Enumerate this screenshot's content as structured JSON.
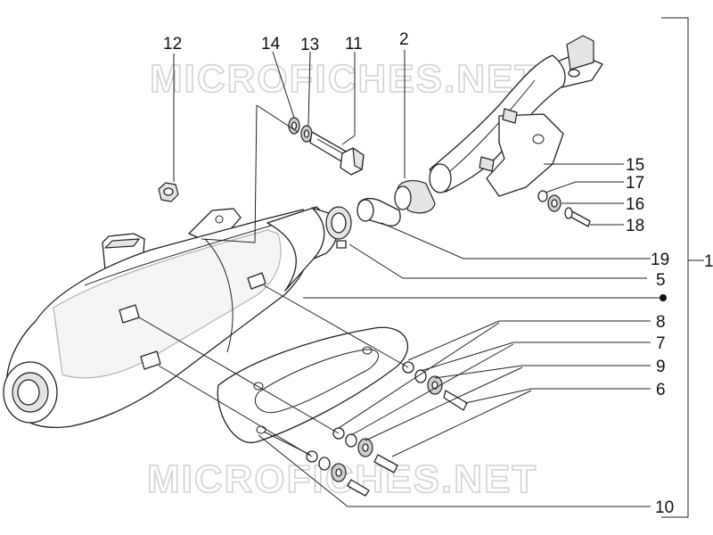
{
  "watermark": {
    "text": "MICROFICHES.NET"
  },
  "callouts": [
    {
      "id": "12",
      "label": "12"
    },
    {
      "id": "14",
      "label": "14"
    },
    {
      "id": "13",
      "label": "13"
    },
    {
      "id": "11",
      "label": "11"
    },
    {
      "id": "2",
      "label": "2"
    },
    {
      "id": "15",
      "label": "15"
    },
    {
      "id": "17",
      "label": "17"
    },
    {
      "id": "16",
      "label": "16"
    },
    {
      "id": "18",
      "label": "18"
    },
    {
      "id": "19",
      "label": "19"
    },
    {
      "id": "1",
      "label": "1"
    },
    {
      "id": "5",
      "label": "5"
    },
    {
      "id": "8",
      "label": "8"
    },
    {
      "id": "7",
      "label": "7"
    },
    {
      "id": "9",
      "label": "9"
    },
    {
      "id": "6",
      "label": "6"
    },
    {
      "id": "10",
      "label": "10"
    }
  ]
}
